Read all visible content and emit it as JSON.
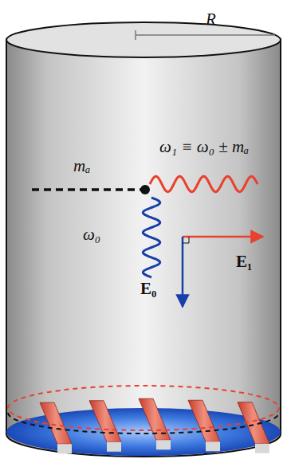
{
  "diagram": {
    "labels": [
      "R",
      "mₐ",
      "ω₁ ≡ ω₀ ± mₐ",
      "ω₀",
      "E₁",
      "E₀"
    ]
  }
}
